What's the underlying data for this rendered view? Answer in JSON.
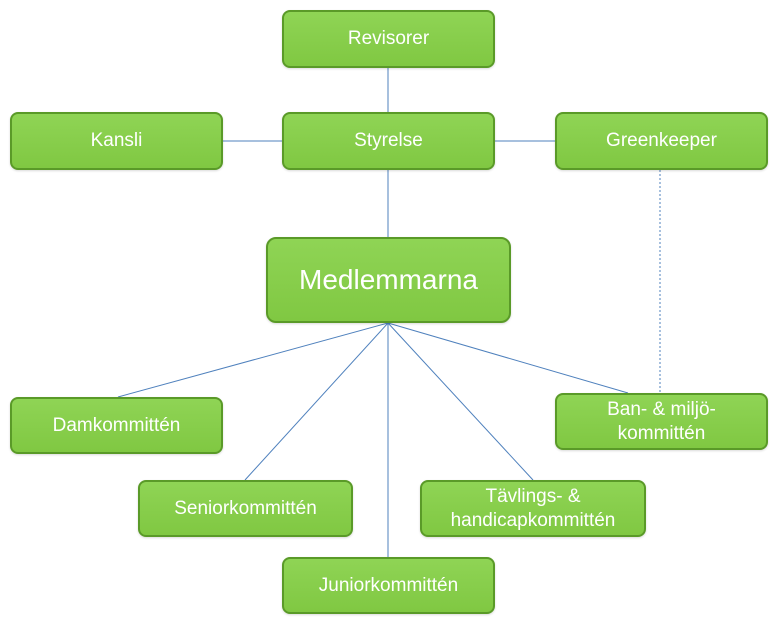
{
  "colors": {
    "node_fill": "#80c842",
    "node_border": "#5a9a28",
    "node_text": "#ffffff",
    "connector": "#4f81bd"
  },
  "nodes": {
    "revisorer": "Revisorer",
    "kansli": "Kansli",
    "styrelse": "Styrelse",
    "greenkeeper": "Greenkeeper",
    "medlemmarna": "Medlemmarna",
    "damkommitten": "Damkommittén",
    "ban_miljo": "Ban- & miljö-\nkommittén",
    "seniorkommitten": "Seniorkommittén",
    "tavlings_handicap": "Tävlings- &\nhandicapkommittén",
    "juniorkommitten": "Juniorkommittén"
  },
  "connections": [
    {
      "from": "revisorer",
      "to": "styrelse",
      "style": "solid"
    },
    {
      "from": "kansli",
      "to": "styrelse",
      "style": "solid"
    },
    {
      "from": "styrelse",
      "to": "greenkeeper",
      "style": "solid"
    },
    {
      "from": "styrelse",
      "to": "medlemmarna",
      "style": "solid"
    },
    {
      "from": "medlemmarna",
      "to": "damkommitten",
      "style": "solid"
    },
    {
      "from": "medlemmarna",
      "to": "seniorkommitten",
      "style": "solid"
    },
    {
      "from": "medlemmarna",
      "to": "juniorkommitten",
      "style": "solid"
    },
    {
      "from": "medlemmarna",
      "to": "tavlings_handicap",
      "style": "solid"
    },
    {
      "from": "medlemmarna",
      "to": "ban_miljo",
      "style": "solid"
    },
    {
      "from": "greenkeeper",
      "to": "ban_miljo",
      "style": "dashed"
    }
  ]
}
